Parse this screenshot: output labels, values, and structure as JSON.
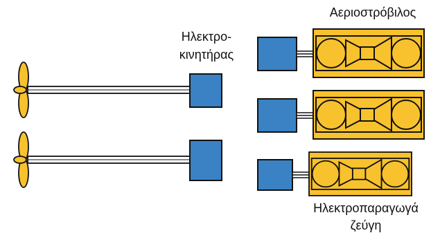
{
  "labels": {
    "gas_turbine": "Αεριοστρόβιλος",
    "electric_motor_line1": "Ηλεκτρο-",
    "electric_motor_line2": "κινητήρας",
    "generator_sets_line1": "Ηλεκτροπαραγωγά",
    "generator_sets_line2": "ζεύγη"
  },
  "colors": {
    "motor_blue": "#3a82c4",
    "turbine_yellow": "#f8c22e",
    "outline": "#111111",
    "background": "#ffffff"
  }
}
